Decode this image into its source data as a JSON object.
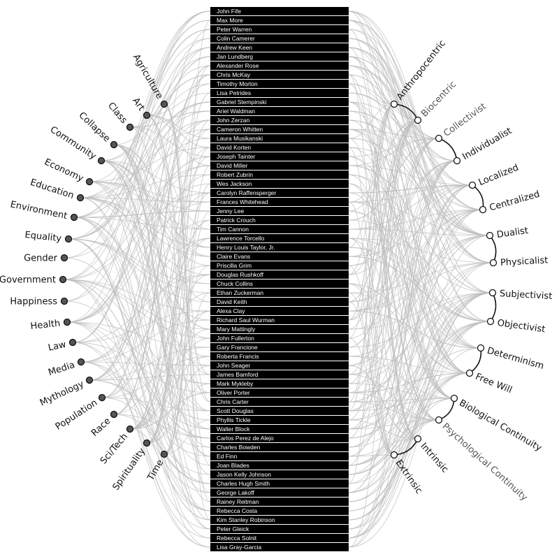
{
  "people": [
    "John Fife",
    "Max More",
    "Peter Warren",
    "Colin Camerer",
    "Andrew Keen",
    "Jan Lundberg",
    "Alexander Rose",
    "Chris McKay",
    "Timothy Morton",
    "Lisa Petrides",
    "Gabriel Stempinski",
    "Ariel Waldman",
    "John Zerzan",
    "Cameron Whitten",
    "Laura Musikanski",
    "David Korten",
    "Joseph Tainter",
    "David Miller",
    "Robert Zubrin",
    "Wes Jackson",
    "Carolyn Raffensperger",
    "Frances Whitehead",
    "Jenny Lee",
    "Patrick Crouch",
    "Tim Cannon",
    "Lawrence Torcello",
    "Henry Louis Taylor, Jr.",
    "Claire Evans",
    "Priscilla Grim",
    "Douglas Rushkoff",
    "Chuck Collins",
    "Ethan Zuckerman",
    "David Keith",
    "Alexa Clay",
    "Richard Saul Wurman",
    "Mary Mattingly",
    "John Fullerton",
    "Gary Francione",
    "Roberta Francis",
    "John Seager",
    "James Bamford",
    "Mark Mykleby",
    "Oliver Porter",
    "Chris Carter",
    "Scott Douglas",
    "Phyllis Tickle",
    "Walter Block",
    "Carlos Perez de Alejo",
    "Charles Bowden",
    "Ed Finn",
    "Joan Blades",
    "Jason Kelly Johnson",
    "Charles Hugh Smith",
    "George Lakoff",
    "Rainey Reitman",
    "Rebecca Costa",
    "Kim Stanley Robinson",
    "Peter Gleick",
    "Rebecca Solnit",
    "Lisa Gray-Garcia"
  ],
  "topics": [
    "Agriculture",
    "Art",
    "Class",
    "Collapse",
    "Community",
    "Economy",
    "Education",
    "Environment",
    "Equality",
    "Gender",
    "Government",
    "Happiness",
    "Health",
    "Law",
    "Media",
    "Mythology",
    "Population",
    "Race",
    "Sci/Tech",
    "Spirituality",
    "Time"
  ],
  "philosophies": [
    {
      "pair": [
        "Anthropocentric",
        "Biocentric"
      ]
    },
    {
      "pair": [
        "Collectivist",
        "Individualist"
      ]
    },
    {
      "pair": [
        "Localized",
        "Centralized"
      ]
    },
    {
      "pair": [
        "Dualist",
        "Physicalist"
      ]
    },
    {
      "pair": [
        "Subjectivist",
        "Objectivist"
      ]
    },
    {
      "pair": [
        "Determinism",
        "Free Will"
      ]
    },
    {
      "pair": [
        "Biological Continuity",
        "Psychological Continuity"
      ]
    },
    {
      "pair": [
        "Intrinsic",
        "Extrinsic"
      ]
    }
  ],
  "colors": {
    "background": "#ffffff",
    "link": "#bdbdbd",
    "node_fill": "#555555",
    "node_stroke": "#111111",
    "people_box": "#000000",
    "people_text": "#ffffff"
  }
}
